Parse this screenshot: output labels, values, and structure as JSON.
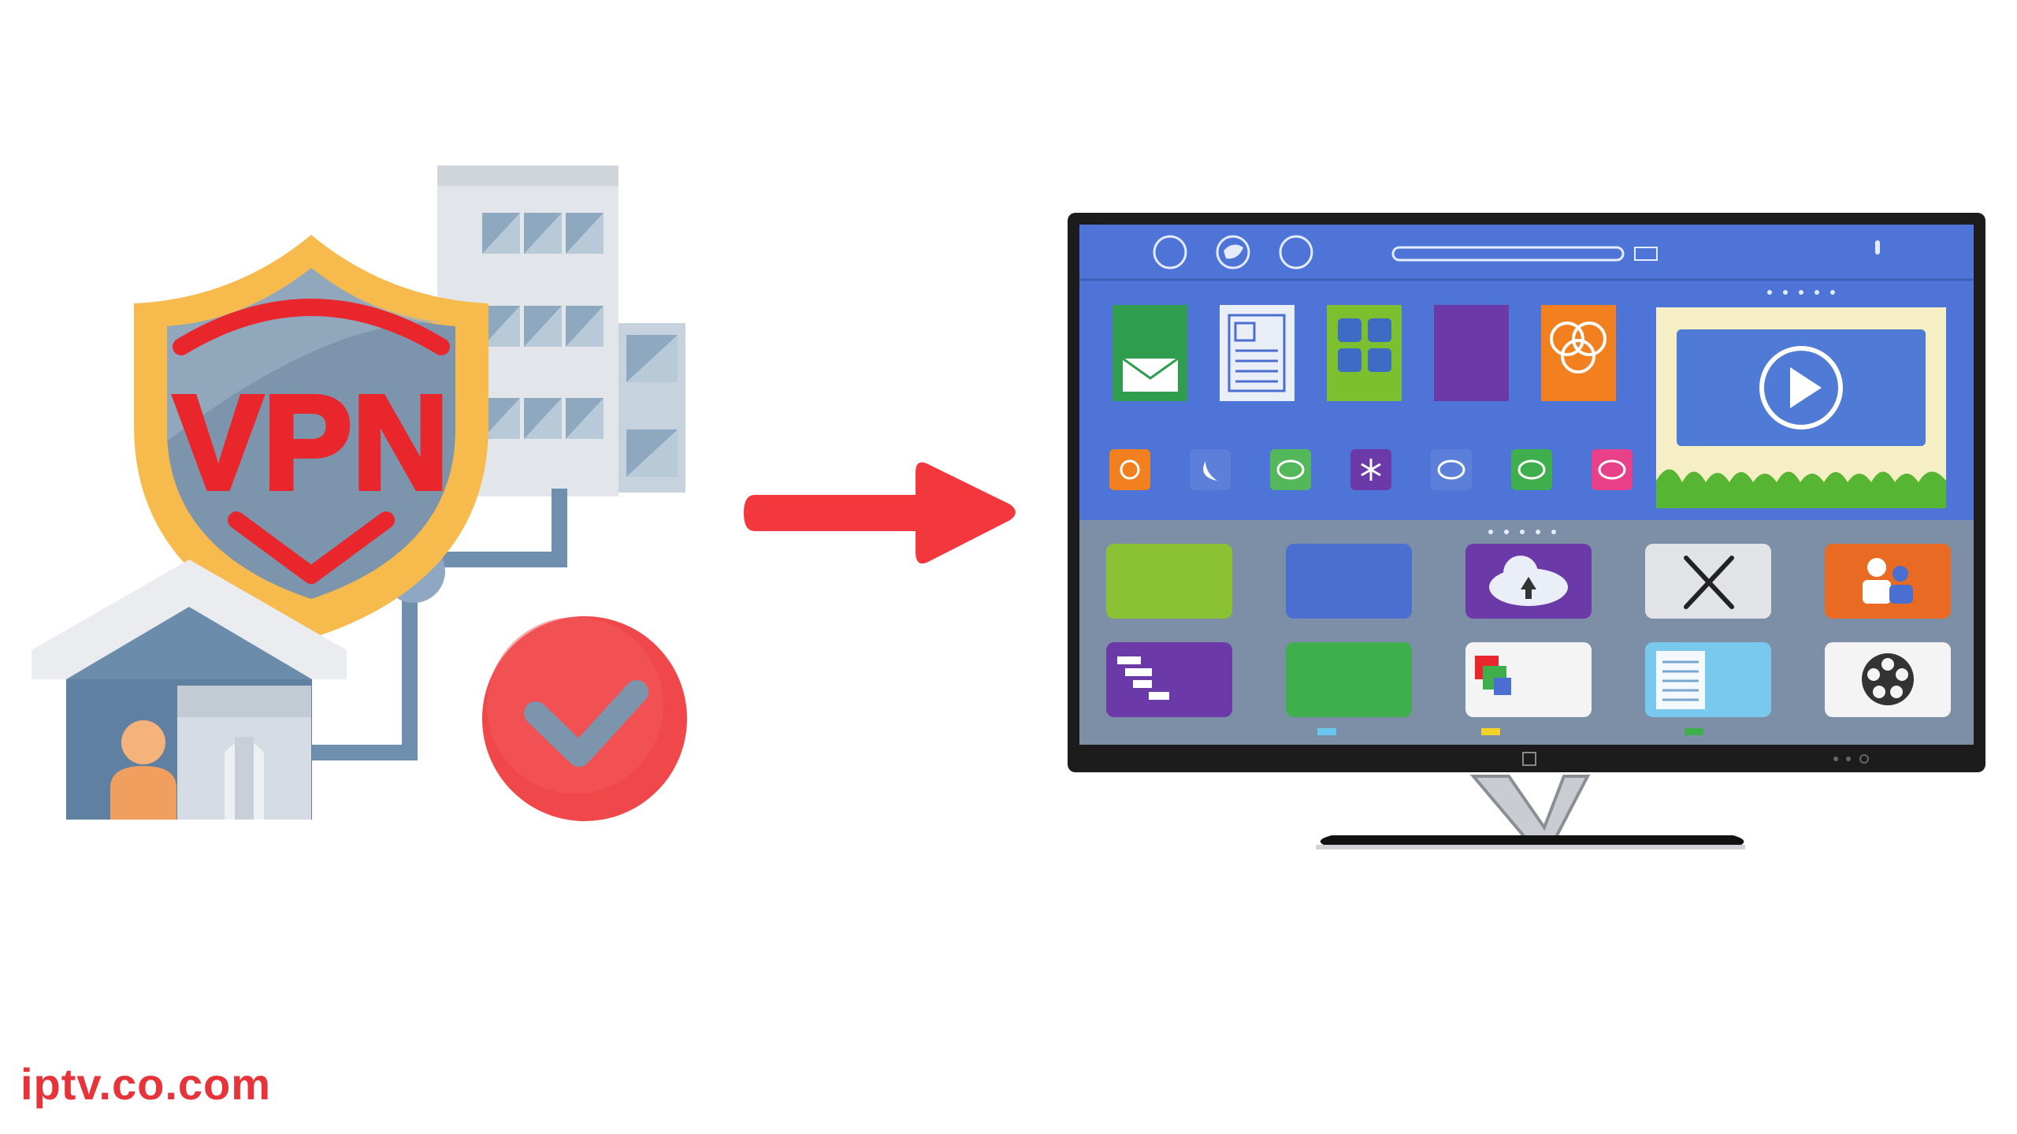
{
  "watermark": {
    "text": "iptv.co.com",
    "color": "#e7343a"
  },
  "shield": {
    "lettering": "VPN"
  },
  "colors": {
    "arrow": "#f2383c",
    "screen_blue": "#4a6fd0",
    "tv_frame": "#1c1c1c",
    "check_red": "#f0474b",
    "shield_orange": "#f7bb4d"
  },
  "icons": {
    "left_illustration": [
      "shield-icon",
      "building-icon",
      "house-icon",
      "user-icon",
      "check-icon",
      "network-node-icon"
    ],
    "tv_top_bar": [
      "circle-icon",
      "twitter-bird-icon",
      "circle-icon",
      "search-bar",
      "thermometer-icon"
    ],
    "tv_tiles_row1": [
      "mail-icon",
      "newspaper-icon",
      "grid-icon",
      "purple-tile",
      "rings-icon"
    ],
    "tv_tiles_row2": [
      "sun-icon",
      "moon-icon",
      "cloud-icon",
      "snowflake-icon",
      "cloud-icon",
      "cloud-icon",
      "cloud-icon"
    ],
    "tv_tiles_row3": [
      "green-tile",
      "blue-tile",
      "cloud-upload-icon",
      "tools-icon",
      "people-icon"
    ],
    "tv_tiles_row4": [
      "blocks-icon",
      "green-tile",
      "squares-icon",
      "document-icon",
      "film-reel-icon"
    ],
    "video": "play-icon"
  }
}
